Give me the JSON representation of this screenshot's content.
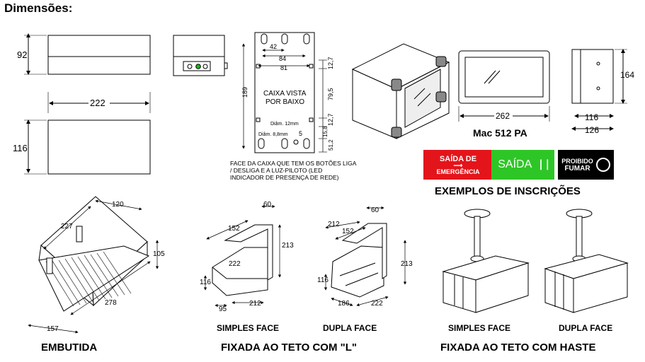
{
  "title": "Dimensões:",
  "dims": {
    "h92": "92",
    "w222": "222",
    "h116": "116",
    "d42": "42",
    "d84": "84",
    "d81": "81",
    "d189": "189",
    "d12_7a": "12,7",
    "d79_5": "79,5",
    "d12_7b": "12,7",
    "d15_8": "15,8",
    "d51_2": "51,2",
    "d5": "5",
    "w262": "262",
    "h164": "164",
    "w116": "116",
    "w126": "126",
    "e120": "120",
    "e227": "227",
    "e105": "105",
    "e278": "278",
    "e157": "157",
    "l60a": "60",
    "l152a": "152",
    "l213a": "213",
    "l222a": "222",
    "l116a": "116",
    "l95": "95",
    "l212a": "212",
    "l60b": "60",
    "l212b": "212",
    "l152b": "152",
    "l213b": "213",
    "l116b": "116",
    "l186": "186",
    "l222b": "222"
  },
  "box_view": {
    "label_line1": "CAIXA VISTA",
    "label_line2": "POR BAIXO",
    "diam12": "Diâm. 12mm",
    "diam8": "Diâm. 8,8mm"
  },
  "note": "FACE DA CAIXA QUE TEM OS BOTÕES LIGA / DESLIGA E A LUZ-PILOTO (LED INDICADOR DE PRESENÇA DE REDE)",
  "model_label": "Mac 512 PA",
  "signs": {
    "red_line1": "SAÍDA DE",
    "red_line2": "EMERGÊNCIA",
    "green": "SAÍDA",
    "black_line1": "PROIBIDO",
    "black_line2": "FUMAR",
    "colors": {
      "red": "#e4141b",
      "green": "#2ec626",
      "black": "#000000"
    }
  },
  "examples_title": "EXEMPLOS DE INSCRIÇÕES",
  "mounts": {
    "simples_face_l": "SIMPLES FACE",
    "dupla_face_l": "DUPLA FACE",
    "simples_face_h": "SIMPLES FACE",
    "dupla_face_h": "DUPLA FACE",
    "embutida": "EMBUTIDA",
    "fixada_l": "FIXADA AO TETO COM \"L\"",
    "fixada_haste": "FIXADA AO TETO COM HASTE"
  }
}
